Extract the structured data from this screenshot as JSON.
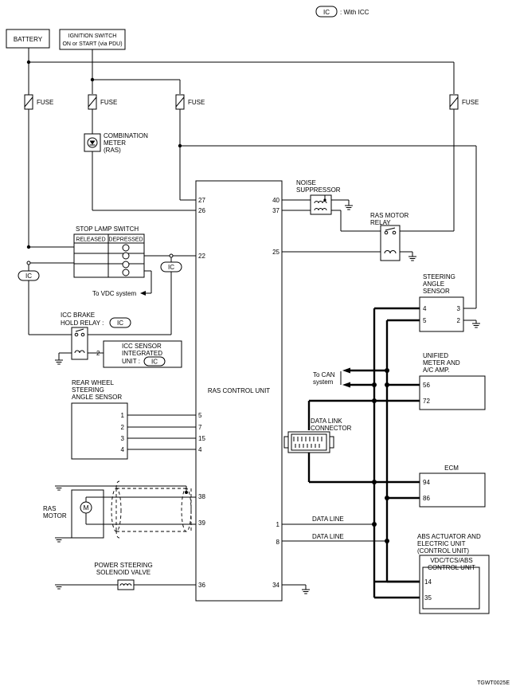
{
  "legend": {
    "ic_badge": "IC",
    "ic_desc": ": With ICC"
  },
  "battery": "BATTERY",
  "ignition": {
    "line1": "IGNITION SWITCH",
    "line2": "ON or START (via PDU)"
  },
  "fuse_label": "FUSE",
  "combination_meter": {
    "line1": "COMBINATION",
    "line2": "METER",
    "line3": "(RAS)"
  },
  "stop_lamp": {
    "title": "STOP LAMP SWITCH",
    "released": "RELEASED",
    "depressed": "DEPRESSED",
    "to_vdc": "To VDC system"
  },
  "icc_relay": {
    "line1": "ICC BRAKE",
    "line2": "HOLD RELAY :"
  },
  "icc_sensor": {
    "line1": "ICC SENSOR",
    "line2": "INTEGRATED",
    "line3": "UNIT :",
    "pin": "2"
  },
  "rear_wheel_sensor": {
    "line1": "REAR WHEEL",
    "line2": "STEERING",
    "line3": "ANGLE SENSOR",
    "pins": [
      "1",
      "2",
      "3",
      "4"
    ]
  },
  "ras_motor": {
    "line1": "RAS",
    "line2": "MOTOR",
    "symbol": "M"
  },
  "power_steering": {
    "line1": "POWER STEERING",
    "line2": "SOLENOID VALVE"
  },
  "ras_control_unit": {
    "label": "RAS CONTROL UNIT",
    "left_pins": [
      "27",
      "26",
      "22",
      "5",
      "7",
      "15",
      "4",
      "38",
      "39",
      "36"
    ],
    "right_pins": [
      "40",
      "37",
      "25",
      "1",
      "8",
      "34"
    ]
  },
  "noise_suppressor": {
    "line1": "NOISE",
    "line2": "SUPPRESSOR"
  },
  "ras_motor_relay": {
    "line1": "RAS MOTOR",
    "line2": "RELAY"
  },
  "steering_angle_sensor": {
    "line1": "STEERING",
    "line2": "ANGLE",
    "line3": "SENSOR",
    "pins_left": [
      "4",
      "5"
    ],
    "pins_right": [
      "3",
      "2"
    ]
  },
  "to_can": {
    "line1": "To CAN",
    "line2": "system"
  },
  "unified_meter": {
    "line1": "UNIFIED",
    "line2": "METER AND",
    "line3": "A/C AMP.",
    "pins": [
      "56",
      "72"
    ]
  },
  "data_link": {
    "line1": "DATA LINK",
    "line2": "CONNECTOR"
  },
  "ecm": {
    "label": "ECM",
    "pins": [
      "94",
      "86"
    ]
  },
  "data_line": "DATA LINE",
  "abs": {
    "line1": "ABS ACTUATOR AND",
    "line2": "ELECTRIC UNIT",
    "line3": "(CONTROL UNIT)",
    "inner1": "VDC/TCS/ABS",
    "inner2": "CONTROL UNIT",
    "pins": [
      "14",
      "35"
    ]
  },
  "code": "TGWT0025E"
}
